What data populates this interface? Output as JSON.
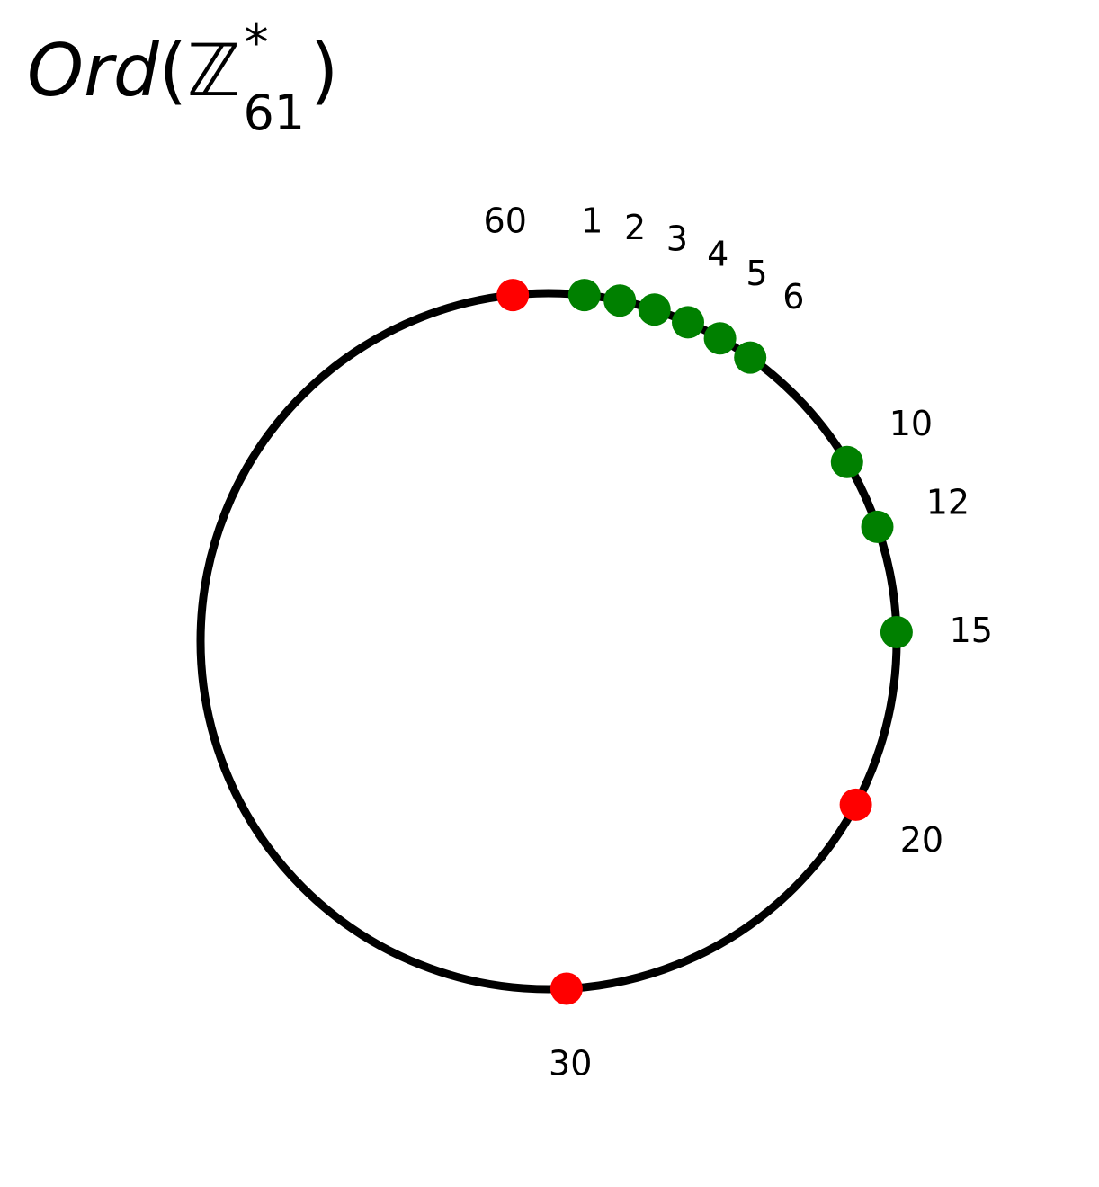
{
  "title": {
    "prefix": "Ord",
    "open_paren": "(",
    "set_symbol": "ℤ",
    "superscript": "*",
    "subscript": "61",
    "close_paren": ")"
  },
  "modulus": 61,
  "group_order": 60,
  "colors": {
    "circle": "#000000",
    "non_generator_order": "#008000",
    "generator_order": "#ff0000"
  },
  "divisors": [
    {
      "label": "60",
      "value": 60,
      "status": "generator_order"
    },
    {
      "label": "1",
      "value": 1,
      "status": "non_generator_order"
    },
    {
      "label": "2",
      "value": 2,
      "status": "non_generator_order"
    },
    {
      "label": "3",
      "value": 3,
      "status": "non_generator_order"
    },
    {
      "label": "4",
      "value": 4,
      "status": "non_generator_order"
    },
    {
      "label": "5",
      "value": 5,
      "status": "non_generator_order"
    },
    {
      "label": "6",
      "value": 6,
      "status": "non_generator_order"
    },
    {
      "label": "10",
      "value": 10,
      "status": "non_generator_order"
    },
    {
      "label": "12",
      "value": 12,
      "status": "non_generator_order"
    },
    {
      "label": "15",
      "value": 15,
      "status": "non_generator_order"
    },
    {
      "label": "20",
      "value": 20,
      "status": "generator_order"
    },
    {
      "label": "30",
      "value": 30,
      "status": "generator_order"
    }
  ]
}
